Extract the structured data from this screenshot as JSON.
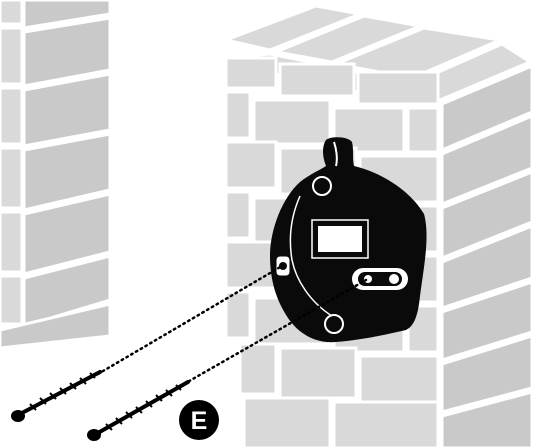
{
  "figure": {
    "step_label": "E",
    "elements": {
      "left_pillar": "brick-pillar",
      "right_pillar": "brick-pillar",
      "bracket": "wall-bracket",
      "screws": [
        "screw-upper",
        "screw-lower"
      ],
      "guides": "dotted-alignment-lines"
    }
  }
}
